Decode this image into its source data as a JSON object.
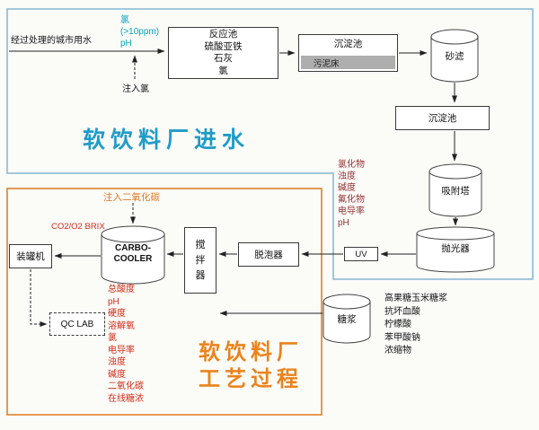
{
  "top": {
    "title": "软饮料厂进水",
    "inlet_label": "经过处理的城市用水",
    "chlorine_note": "氯\n(>10ppm)\npH",
    "inject_chlorine": "注入氯",
    "reaction_box": "反应池\n硫酸亚铁\n石灰\n氯",
    "sediment1": "沉淀池",
    "sludge_bed": "污泥床",
    "sand_filter": "砂滤",
    "sediment2": "沉淀池",
    "adsorption_tower": "吸附塔",
    "water_params": "氯化物\n浊度\n碱度\n氟化物\n电导率\npH",
    "uv": "UV",
    "polisher": "抛光器"
  },
  "bottom": {
    "title": "软饮料厂\n工艺过程",
    "inject_co2": "注入二氧化碳",
    "co2_brix": "CO2/O2 BRIX",
    "carbo_cooler": "CARBO-\nCOOLER",
    "mixer": "搅\n拌\n器",
    "defoamer": "脱泡器",
    "canner": "装罐机",
    "qc_lab": "QC LAB",
    "process_params": "总酸度\npH\n硬度\n溶解氧\n氯\n电导率\n浊度\n碱度\n二氧化碳\n在线糖浓",
    "syrup": "糖浆",
    "syrup_ingredients": "高果糖玉米糖浆\n抗坏血酸\n柠檬酸\n苯甲酸钠\n浓缩物"
  },
  "colors": {
    "top_section_border": "#85b6cf",
    "bottom_section_border": "#e0781e",
    "top_title_blue": "#1f9cc8",
    "bottom_title_orange": "#ea831c",
    "cyan_note": "#00a6bd",
    "maroon_params": "#943434",
    "red_params": "#d22c18",
    "sludge_gray": "#aeaeae"
  }
}
